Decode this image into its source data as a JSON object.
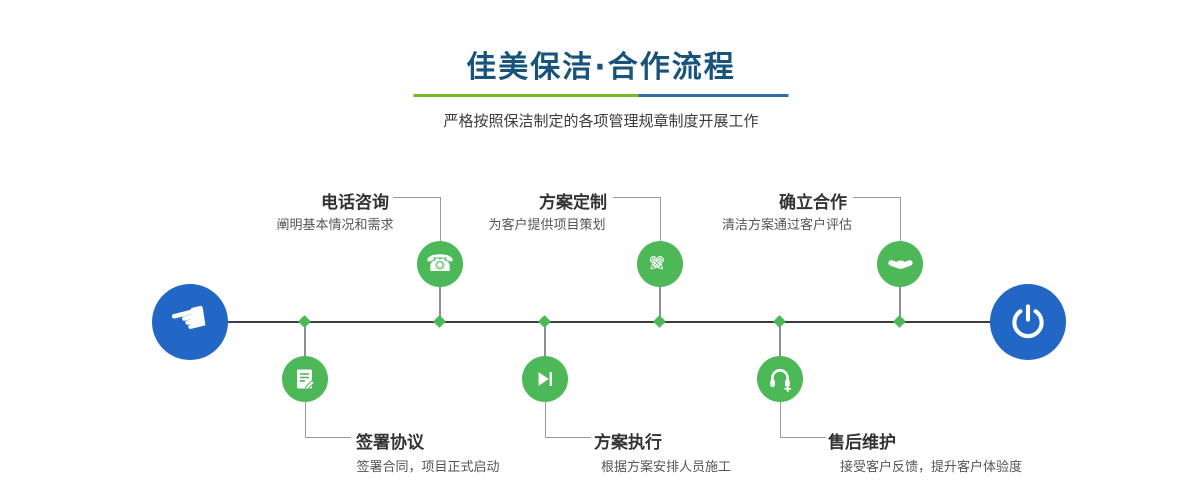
{
  "header": {
    "title": "佳美保洁·合作流程",
    "subtitle": "严格按照保洁制定的各项管理规章制度开展工作"
  },
  "colors": {
    "title_blue": "#17537a",
    "endpoint_blue": "#2267c5",
    "node_green": "#4cb857",
    "divider_green": "#79b72e",
    "divider_blue": "#2e6ea8",
    "timeline_dark": "#3d3d3d"
  },
  "timeline": {
    "start_icon": "pointer-hand-icon",
    "end_icon": "power-icon",
    "steps": [
      {
        "title": "电话咨询",
        "desc": "阐明基本情况和需求",
        "icon": "phone-icon",
        "position": "top"
      },
      {
        "title": "签署协议",
        "desc": "签署合同，项目正式启动",
        "icon": "contract-icon",
        "position": "bottom"
      },
      {
        "title": "方案定制",
        "desc": "为客户提供项目策划",
        "icon": "design-icon",
        "position": "top"
      },
      {
        "title": "方案执行",
        "desc": "根据方案安排人员施工",
        "icon": "play-icon",
        "position": "bottom"
      },
      {
        "title": "确立合作",
        "desc": "清洁方案通过客户评估",
        "icon": "handshake-icon",
        "position": "top"
      },
      {
        "title": "售后维护",
        "desc": "接受客户反馈，提升客户体验度",
        "icon": "headset-icon",
        "position": "bottom"
      }
    ]
  }
}
